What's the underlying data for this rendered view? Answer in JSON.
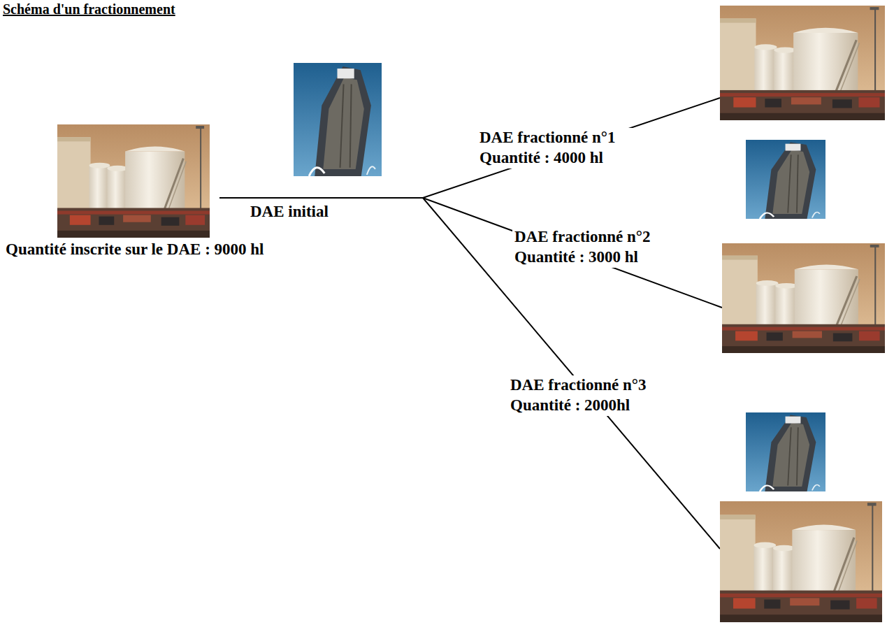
{
  "diagram": {
    "title": "Schéma d'un fractionnement",
    "nodes": [
      {
        "text": [
          "Quantité inscrite sur le DAE : 9000 hl"
        ]
      },
      {
        "text": []
      },
      {
        "text": []
      },
      {
        "text": []
      }
    ],
    "edges": [
      {
        "from": 0,
        "to": 1,
        "label": "DAE fractionné n°1 Quantité : 4000 hl",
        "arrow": "none"
      },
      {
        "from": 0,
        "to": 2,
        "label": "DAE fractionné n°2 Quantité : 3000 hl",
        "arrow": "none"
      },
      {
        "from": 0,
        "to": 3,
        "label": "DAE fractionné n°3 Quantité : 2000hl",
        "arrow": "none"
      }
    ],
    "labels": [
      "DAE initial"
    ]
  }
}
